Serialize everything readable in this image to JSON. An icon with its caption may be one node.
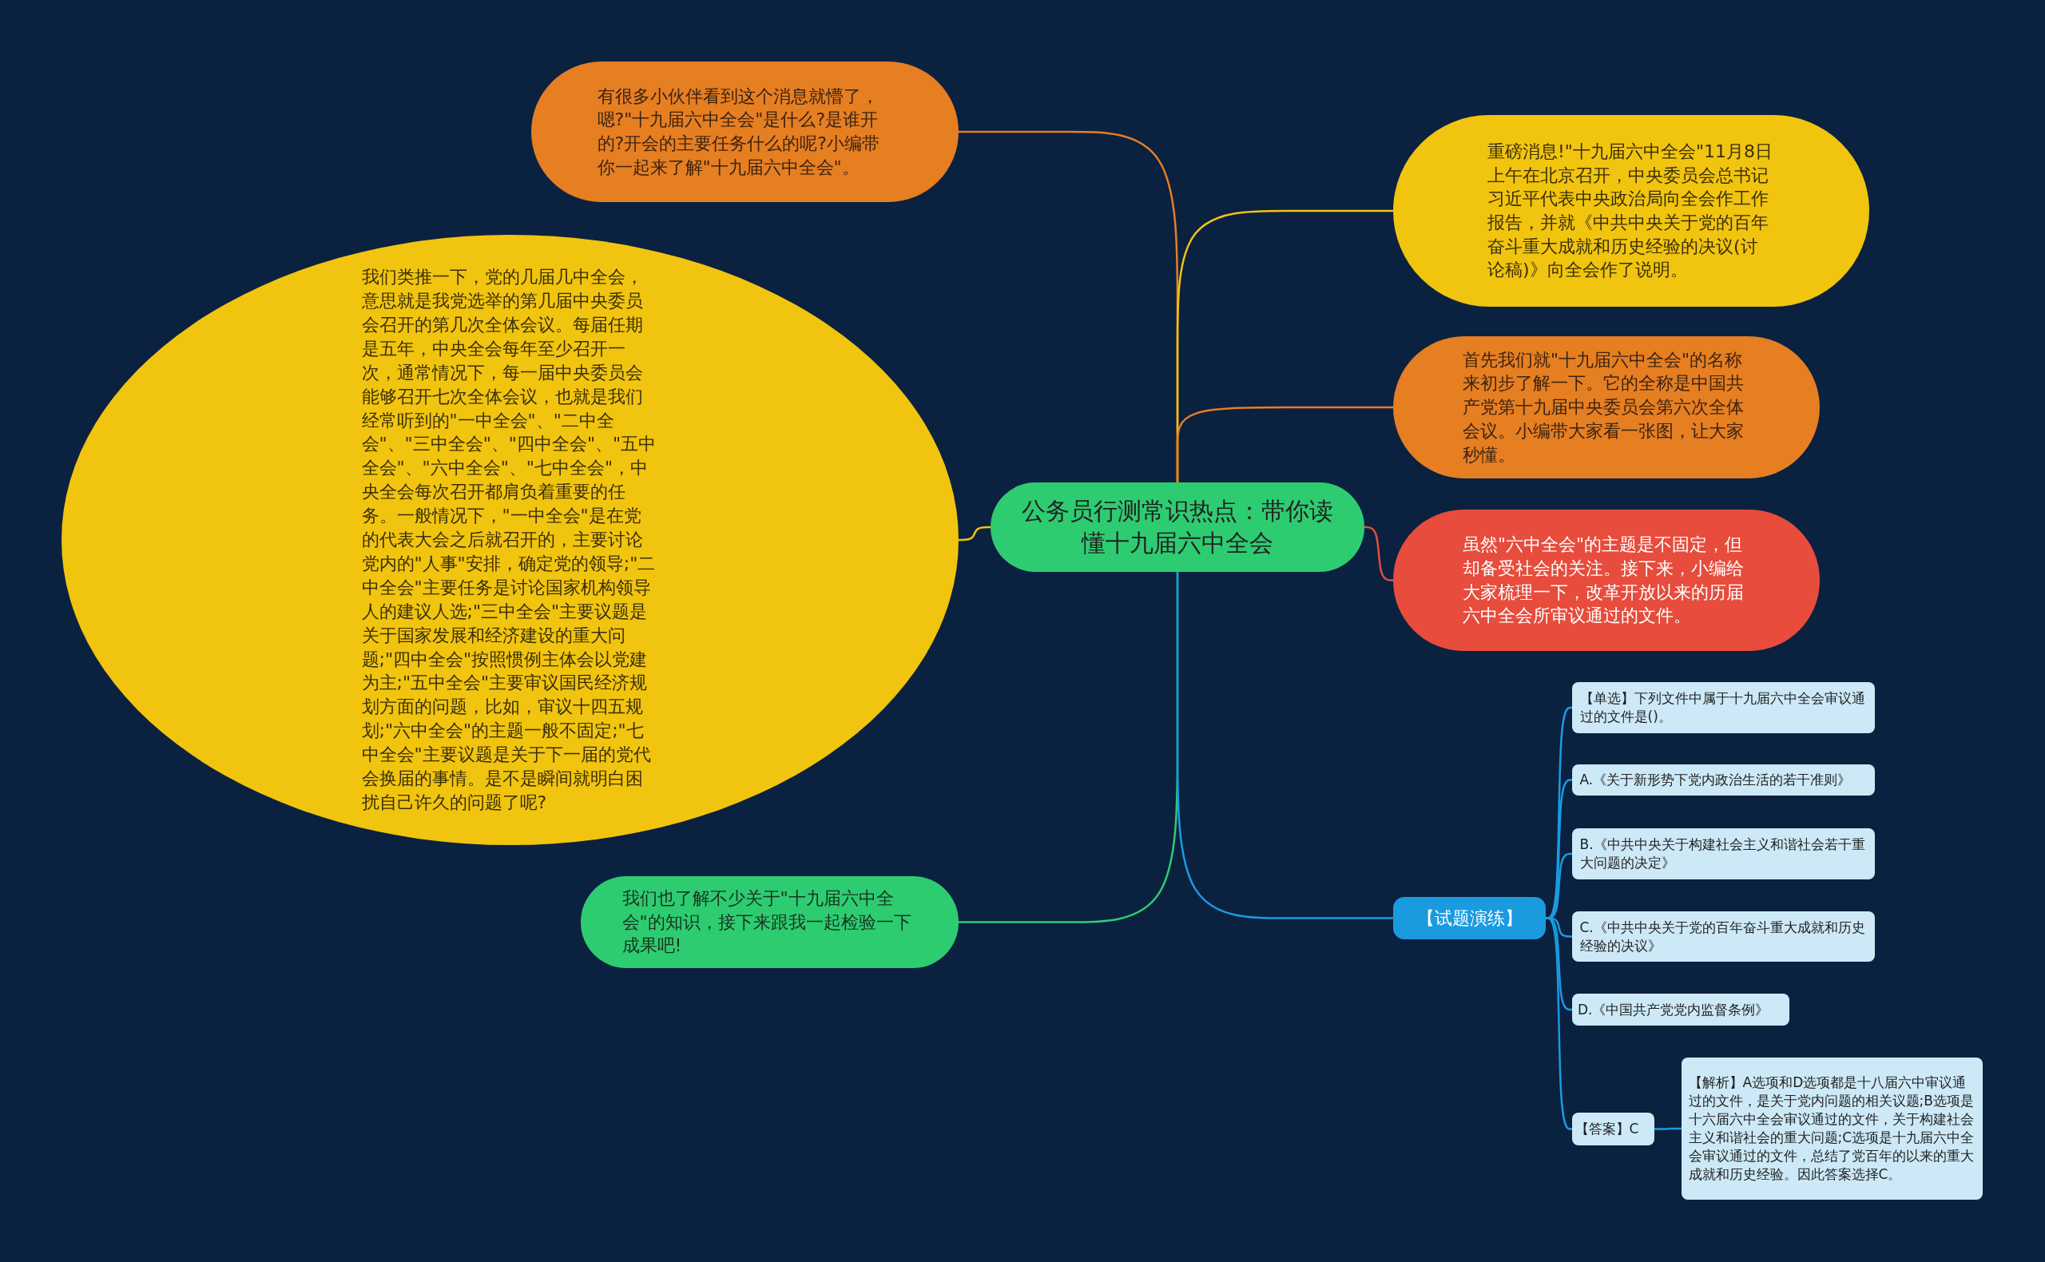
{
  "diagram": {
    "nodes": [
      {
        "text": [
          "公务员行测常识热点：带你读懂十九届六中全会"
        ]
      },
      {
        "text": [
          "有很多小伙伴看到这个消息就懵了，嗯?\"十九届六中全会\"是什么?是谁开的?开会的主要任务什么的呢?小编带你一起来了解\"十九届六中全会\"。"
        ]
      },
      {
        "text": [
          "我们类推一下，党的几届几中全会，意思就是我党选举的第几届中央委员会召开的第几次全体会议。每届任期是五年，中央全会每年至少召开一次，通常情况下，每一届中央委员会能够召开七次全体会议，也就是我们经常听到的\"一中全会\"、\"二中全会\"、\"三中全会\"、\"四中全会\"、\"五中全会\"、\"六中全会\"、\"七中全会\"，中央全会每次召开都肩负着重要的任务。一般情况下，\"一中全会\"是在党的代表大会之后就召开的，主要讨论党内的\"人事\"安排，确定党的领导;\"二中全会\"主要任务是讨论国家机构领导人的建议人选;\"三中全会\"主要议题是关于国家发展和经济建设的重大问题;\"四中全会\"按照惯例主体会以党建为主;\"五中全会\"主要审议国民经济规划方面的问题，比如，审议十四五规划;\"六中全会\"的主题一般不固定;\"七中全会\"主要议题是关于下一届的党代会换届的事情。是不是瞬间就明白困扰自己许久的问题了呢?"
        ]
      },
      {
        "text": [
          "我们也了解不少关于\"十九届六中全会\"的知识，接下来跟我一起检验一下成果吧!"
        ]
      },
      {
        "text": [
          "重磅消息!\"十九届六中全会\"11月8日上午在北京召开，中央委员会总书记习近平代表中央政治局向全会作工作报告，并就《中共中央关于党的百年奋斗重大成就和历史经验的决议(讨论稿)》向全会作了说明。"
        ]
      },
      {
        "text": [
          "首先我们就\"十九届六中全会\"的名称来初步了解一下。它的全称是中国共产党第十九届中央委员会第六次全体会议。小编带大家看一张图，让大家秒懂。"
        ]
      },
      {
        "text": [
          "虽然\"六中全会\"的主题是不固定，但却备受社会的关注。接下来，小编给大家梳理一下，改革开放以来的历届六中全会所审议通过的文件。"
        ]
      },
      {
        "text": [
          "【试题演练】"
        ]
      },
      {
        "text": [
          "【单选】下列文件中属于十九届六中全会审议通过的文件是()。"
        ]
      },
      {
        "text": [
          "A.《关于新形势下党内政治生活的若干准则》"
        ]
      },
      {
        "text": [
          "B.《中共中央关于构建社会主义和谐社会若干重大问题的决定》"
        ]
      },
      {
        "text": [
          "C.《中共中央关于党的百年奋斗重大成就和历史经验的决议》"
        ]
      },
      {
        "text": [
          "D.《中国共产党党内监督条例》"
        ]
      },
      {
        "text": [
          "【答案】C"
        ]
      },
      {
        "text": [
          "【解析】A选项和D选项都是十八届六中审议通过的文件，是关于党内问题的相关议题;B选项是十六届六中全会审议通过的文件，关于构建社会主义和谐社会的重大问题;C选项是十九届六中全会审议通过的文件，总结了党百年的以来的重大成就和历史经验。因此答案选择C。"
        ]
      }
    ],
    "edges": [
      {
        "from": 0,
        "to": 1,
        "arrow": "none",
        "color": "#e67e22"
      },
      {
        "from": 0,
        "to": 2,
        "arrow": "none",
        "color": "#f1c40f"
      },
      {
        "from": 0,
        "to": 3,
        "arrow": "none",
        "color": "#2ecc71"
      },
      {
        "from": 0,
        "to": 4,
        "arrow": "none",
        "color": "#f1c40f"
      },
      {
        "from": 0,
        "to": 5,
        "arrow": "none",
        "color": "#e67e22"
      },
      {
        "from": 0,
        "to": 6,
        "arrow": "none",
        "color": "#e74c3c"
      },
      {
        "from": 0,
        "to": 7,
        "arrow": "none"
      },
      {
        "from": 7,
        "to": 8,
        "arrow": "none"
      },
      {
        "from": 7,
        "to": 9,
        "arrow": "none"
      },
      {
        "from": 7,
        "to": 10,
        "arrow": "none"
      },
      {
        "from": 7,
        "to": 11,
        "arrow": "none"
      },
      {
        "from": 7,
        "to": 12,
        "arrow": "none"
      },
      {
        "from": 7,
        "to": 13,
        "arrow": "none"
      },
      {
        "from": 13,
        "to": 14,
        "arrow": "none"
      }
    ]
  }
}
